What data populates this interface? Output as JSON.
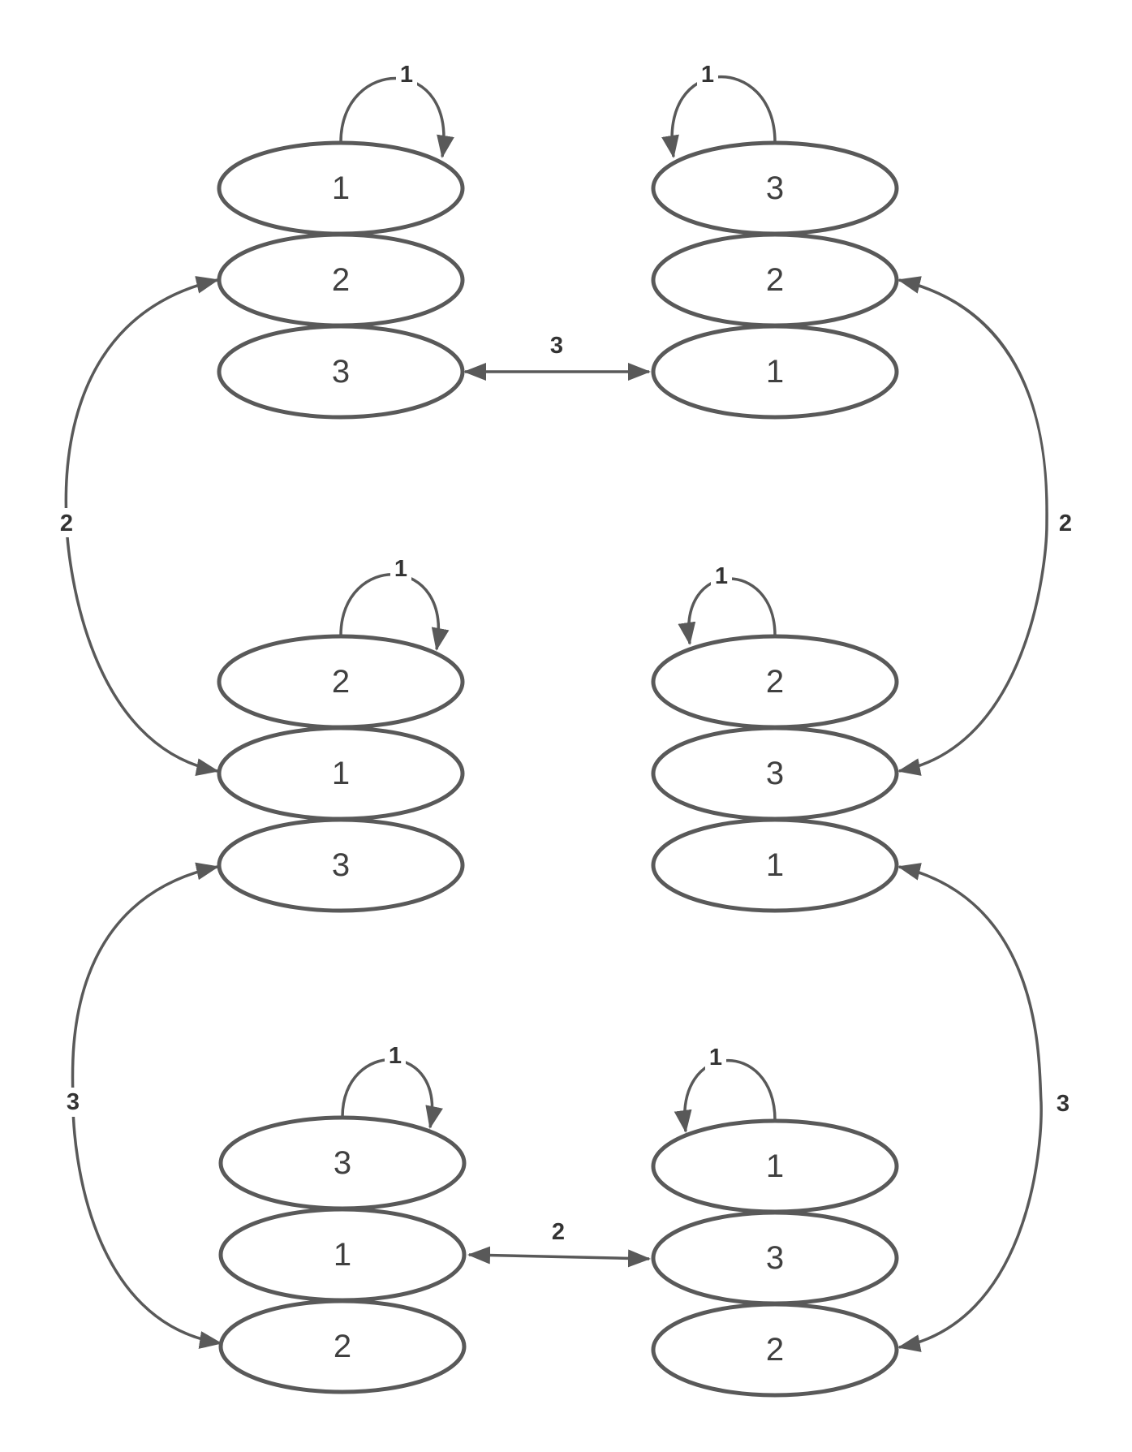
{
  "colors": {
    "stroke": "#595959",
    "text": "#404040",
    "background": "#ffffff"
  },
  "groups": [
    {
      "id": "top-left",
      "labels": [
        "1",
        "2",
        "3"
      ]
    },
    {
      "id": "top-right",
      "labels": [
        "3",
        "2",
        "1"
      ]
    },
    {
      "id": "middle-left",
      "labels": [
        "2",
        "1",
        "3"
      ]
    },
    {
      "id": "middle-right",
      "labels": [
        "2",
        "3",
        "1"
      ]
    },
    {
      "id": "bottom-left",
      "labels": [
        "3",
        "1",
        "2"
      ]
    },
    {
      "id": "bottom-right",
      "labels": [
        "1",
        "3",
        "2"
      ]
    }
  ],
  "edges": [
    {
      "id": "loop-top-left",
      "label": "1",
      "kind": "self-loop"
    },
    {
      "id": "loop-top-right",
      "label": "1",
      "kind": "self-loop"
    },
    {
      "id": "loop-middle-left",
      "label": "1",
      "kind": "self-loop"
    },
    {
      "id": "loop-middle-right",
      "label": "1",
      "kind": "self-loop"
    },
    {
      "id": "loop-bottom-left",
      "label": "1",
      "kind": "self-loop"
    },
    {
      "id": "loop-bottom-right",
      "label": "1",
      "kind": "self-loop"
    },
    {
      "id": "top-horizontal",
      "label": "3",
      "kind": "bidirectional"
    },
    {
      "id": "bottom-horizontal",
      "label": "2",
      "kind": "bidirectional"
    },
    {
      "id": "left-upper-arc",
      "label": "2",
      "kind": "bidirectional"
    },
    {
      "id": "right-upper-arc",
      "label": "2",
      "kind": "bidirectional"
    },
    {
      "id": "left-lower-arc",
      "label": "3",
      "kind": "bidirectional"
    },
    {
      "id": "right-lower-arc",
      "label": "3",
      "kind": "bidirectional"
    }
  ]
}
